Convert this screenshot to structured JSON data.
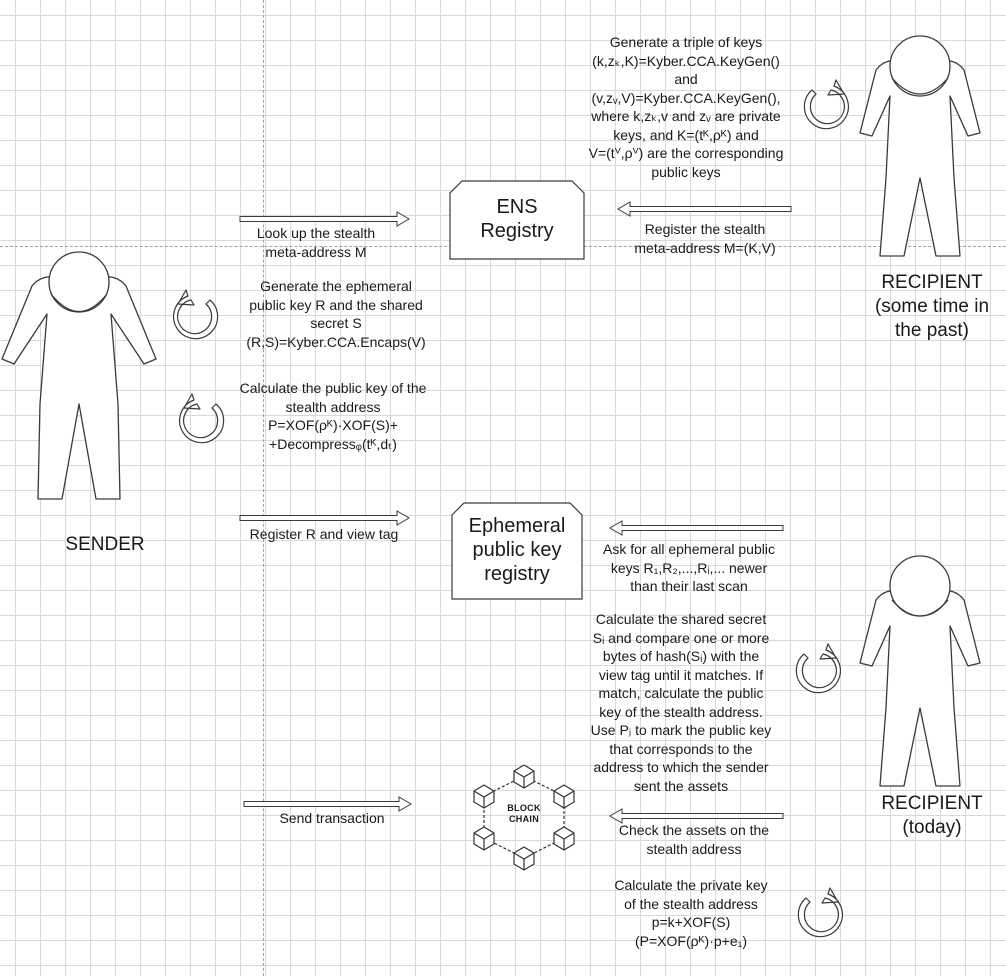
{
  "actors": {
    "sender": {
      "label": "SENDER"
    },
    "recipient_past": {
      "label_lines": [
        "RECIPIENT",
        "(some time in",
        "the past)"
      ]
    },
    "recipient_today": {
      "label_lines": [
        "RECIPIENT",
        "(today)"
      ]
    }
  },
  "registries": {
    "ens": {
      "lines": [
        "ENS",
        "Registry"
      ]
    },
    "ephemeral": {
      "lines": [
        "Ephemeral",
        "public key",
        "registry"
      ]
    },
    "blockchain": {
      "lines": [
        "BLOCK",
        "CHAIN"
      ]
    }
  },
  "notes": {
    "keygen": [
      "Generate a triple of keys",
      "(k,zₖ,K)=Kyber.CCA.KeyGen()",
      "and",
      "(v,zᵥ,V)=Kyber.CCA.KeyGen(),",
      "where k,zₖ,v and zᵥ are private",
      "keys, and K=(tᴷ,ρᴷ) and",
      "V=(tⱽ,ρⱽ) are the corresponding",
      "public keys"
    ],
    "register_meta": [
      "Register the stealth",
      "meta-address M=(K,V)"
    ],
    "lookup_meta": [
      "Look up the stealth",
      "meta-address M"
    ],
    "gen_ephemeral": [
      "Generate the ephemeral",
      "public key R and the shared",
      "secret S",
      "(R,S)=Kyber.CCA.Encaps(V)"
    ],
    "calc_pubkey": [
      "Calculate the public key of the",
      "stealth address",
      "P=XOF(ρᴷ)·XOF(S)+",
      "+Decompressᵩ(tᴷ,dₜ)"
    ],
    "register_r": [
      "Register R and view tag"
    ],
    "ask_ephemeral": [
      "Ask for all ephemeral public",
      "keys R₁,R₂,...,Rᵢ,... newer",
      "than their last scan"
    ],
    "calc_shared": [
      "Calculate the shared secret",
      "Sᵢ and compare one or more",
      "bytes of hash(Sᵢ) with the",
      "view tag until it matches. If",
      "match, calculate the public",
      "key of the stealth address.",
      "Use Pⱼ to mark the public key",
      "that corresponds to the",
      "address to which the sender",
      "sent the assets"
    ],
    "send_tx": [
      "Send transaction"
    ],
    "check_assets": [
      "Check the assets on the",
      "stealth address"
    ],
    "calc_private": [
      "Calculate the private key",
      "of the stealth address",
      "p=k+XOF(S)",
      "(P=XOF(ρᴷ)·p+e₁)"
    ]
  },
  "icons": [
    "person-icon",
    "cycle-arrow-icon",
    "right-arrow-icon",
    "left-arrow-icon",
    "blockchain-icon"
  ],
  "colors": {
    "stroke": "#3a3a3a",
    "grid": "#d9d9d9",
    "text": "#1a1a1a"
  }
}
